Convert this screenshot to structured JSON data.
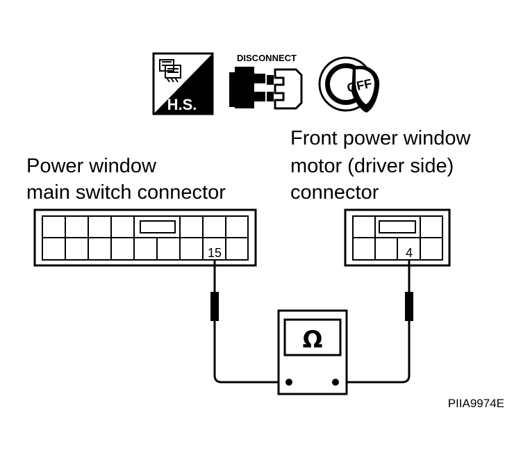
{
  "icons": {
    "hs_label": "H.S.",
    "disconnect_label": "DISCONNECT",
    "off_label": "OFF"
  },
  "left_connector": {
    "label_line1": "Power window",
    "label_line2": "main switch connector",
    "terminal": "15"
  },
  "right_connector": {
    "label_line1": "Front power window",
    "label_line2": "motor (driver side)",
    "label_line3": "connector",
    "terminal": "4"
  },
  "meter": {
    "symbol": "Ω"
  },
  "figure_code": "PIIA9974E"
}
